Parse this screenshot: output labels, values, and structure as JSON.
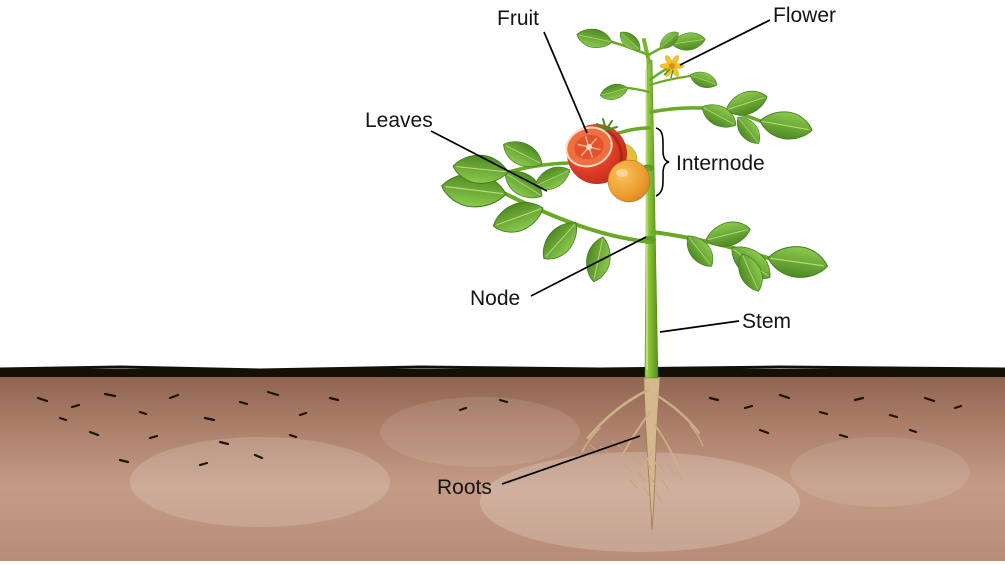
{
  "diagram": {
    "type": "labeled-diagram",
    "subject": "Parts of a tomato plant",
    "labels": {
      "fruit": "Fruit",
      "flower": "Flower",
      "leaves": "Leaves",
      "internode": "Internode",
      "node": "Node",
      "stem": "Stem",
      "roots": "Roots"
    },
    "colors": {
      "background": "#ffffff",
      "label_text": "#141414",
      "leader_line": "#000000",
      "stem_green": "#7ab52f",
      "leaf_green": "#5a9e2f",
      "fruit_red": "#cd3322",
      "fruit_cut_face": "#ef6f41",
      "fruit_orange": "#e69b2c",
      "fruit_yellow": "#dfc13c",
      "flower_yellow": "#f2c322",
      "soil_brown": "#b78c76",
      "ground_line": "#141008",
      "root_tan": "#d3b48c"
    }
  }
}
